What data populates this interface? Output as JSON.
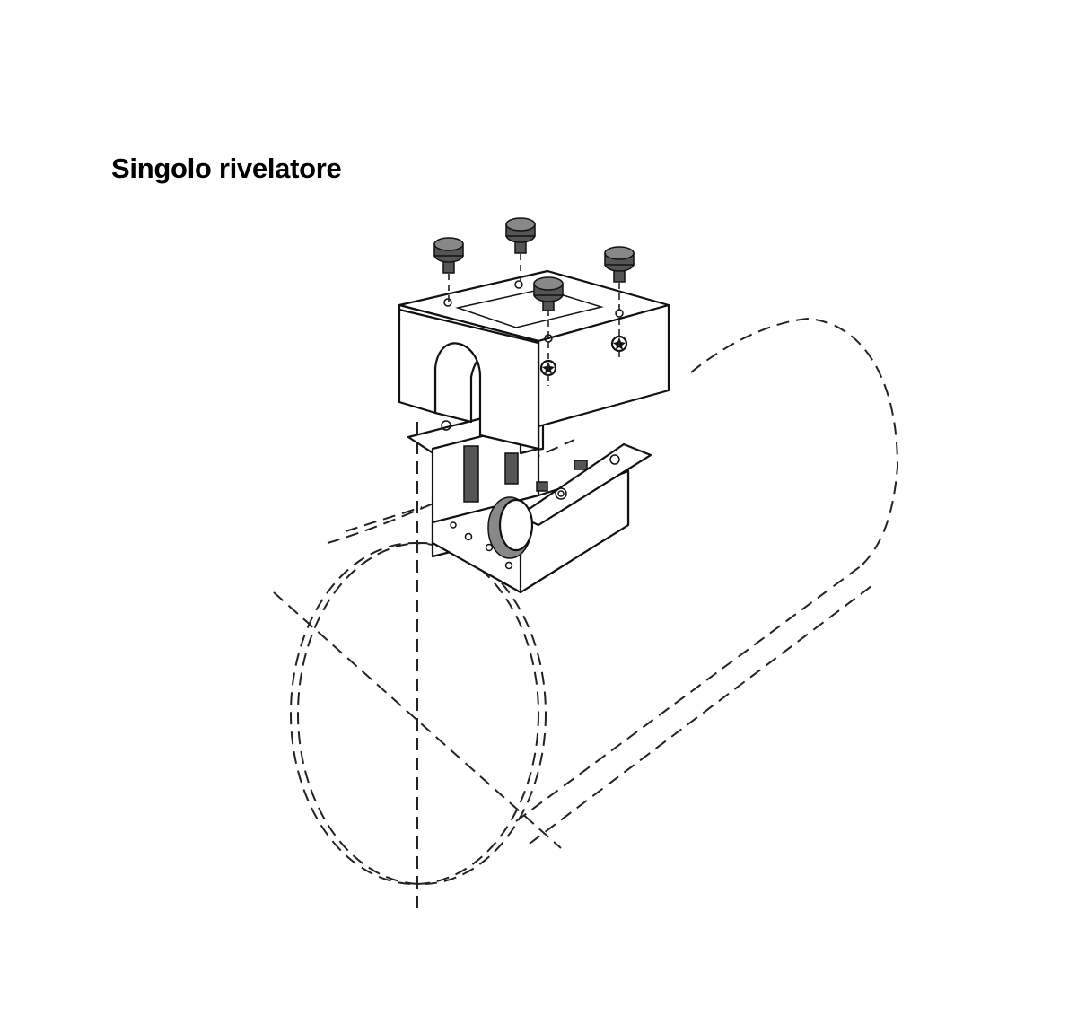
{
  "title": "Singolo rivelatore",
  "illustration": {
    "subject": "bracket-assembly-on-pipe",
    "fasteners": 4,
    "stroke_color": "#111111",
    "background": "#ffffff"
  }
}
